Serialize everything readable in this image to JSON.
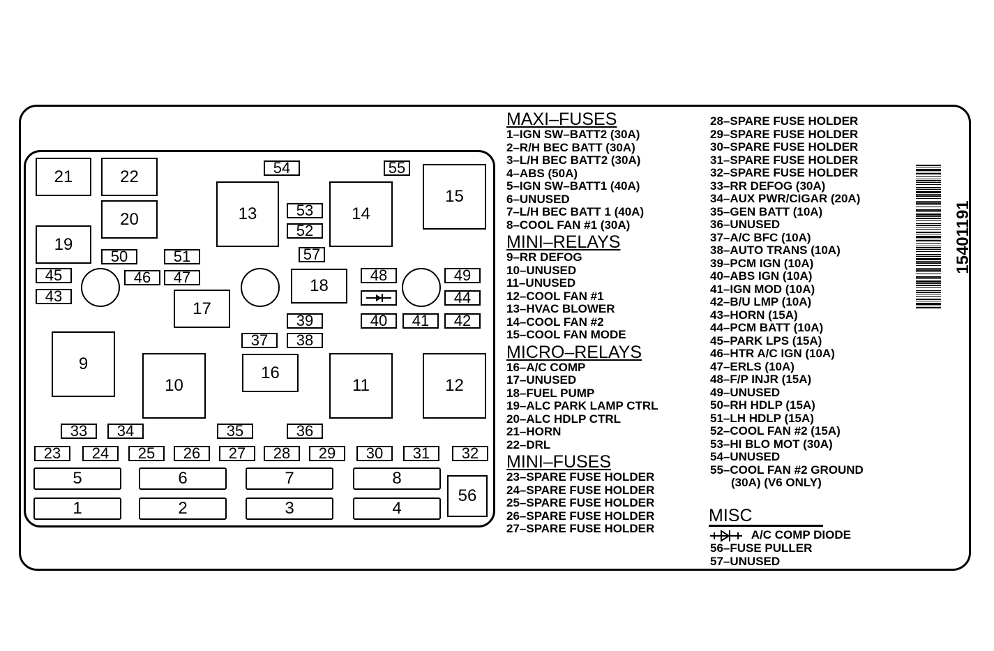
{
  "fuse_box": {
    "relays_large": [
      "21",
      "22",
      "20",
      "19",
      "13",
      "14",
      "15",
      "9",
      "10",
      "11",
      "12",
      "16",
      "17",
      "18"
    ],
    "fuses_small": [
      "54",
      "55",
      "53",
      "52",
      "57",
      "50",
      "51",
      "45",
      "46",
      "47",
      "43",
      "48",
      "49",
      "44",
      "39",
      "40",
      "41",
      "42",
      "37",
      "38",
      "33",
      "34",
      "35",
      "36",
      "23",
      "24",
      "25",
      "26",
      "27",
      "28",
      "29",
      "30",
      "31",
      "32"
    ],
    "maxi": [
      "5",
      "6",
      "7",
      "8",
      "1",
      "2",
      "3",
      "4"
    ],
    "puller": "56"
  },
  "legend": {
    "maxi_fuses": {
      "title": "MAXI–FUSES",
      "items": [
        "1–IGN SW–BATT2 (30A)",
        "2–R/H BEC BATT (30A)",
        "3–L/H BEC BATT2 (30A)",
        "4–ABS (50A)",
        "5–IGN SW–BATT1 (40A)",
        "6–UNUSED",
        "7–L/H BEC BATT 1 (40A)",
        "8–COOL FAN #1 (30A)"
      ]
    },
    "mini_relays": {
      "title": "MINI–RELAYS",
      "items": [
        "9–RR DEFOG",
        "10–UNUSED",
        "11–UNUSED",
        "12–COOL FAN #1",
        "13–HVAC BLOWER",
        "14–COOL FAN #2",
        "15–COOL FAN MODE"
      ]
    },
    "micro_relays": {
      "title": "MICRO–RELAYS",
      "items": [
        "16–A/C COMP",
        "17–UNUSED",
        "18–FUEL PUMP",
        "19–ALC PARK LAMP CTRL",
        "20–ALC HDLP CTRL",
        "21–HORN",
        "22–DRL"
      ]
    },
    "mini_fuses": {
      "title": "MINI–FUSES",
      "items": [
        "23–SPARE FUSE HOLDER",
        "24–SPARE FUSE HOLDER",
        "25–SPARE FUSE HOLDER",
        "26–SPARE FUSE HOLDER",
        "27–SPARE FUSE HOLDER"
      ]
    },
    "col2": {
      "items": [
        "28–SPARE FUSE HOLDER",
        "29–SPARE FUSE HOLDER",
        "30–SPARE FUSE HOLDER",
        "31–SPARE FUSE HOLDER",
        "32–SPARE FUSE HOLDER",
        "33–RR DEFOG (30A)",
        "34–AUX PWR/CIGAR (20A)",
        "35–GEN BATT (10A)",
        "36–UNUSED",
        "37–A/C BFC (10A)",
        "38–AUTO TRANS (10A)",
        "39–PCM IGN (10A)",
        "40–ABS IGN (10A)",
        "41–IGN MOD (10A)",
        "42–B/U LMP (10A)",
        "43–HORN (15A)",
        "44–PCM BATT (10A)",
        "45–PARK LPS (15A)",
        "46–HTR A/C IGN (10A)",
        "47–ERLS (10A)",
        "48–F/P INJR (15A)",
        "49–UNUSED",
        "50–RH HDLP (15A)",
        "51–LH HDLP (15A)",
        "52–COOL FAN #2 (15A)",
        "53–HI BLO MOT (30A)",
        "54–UNUSED",
        "55–COOL FAN #2 GROUND"
      ],
      "continuation": "(30A) (V6 ONLY)"
    },
    "misc": {
      "title": "MISC",
      "diode": "A/C COMP DIODE",
      "items": [
        "56–FUSE PULLER",
        "57–UNUSED"
      ]
    }
  },
  "part_number": "15401191"
}
